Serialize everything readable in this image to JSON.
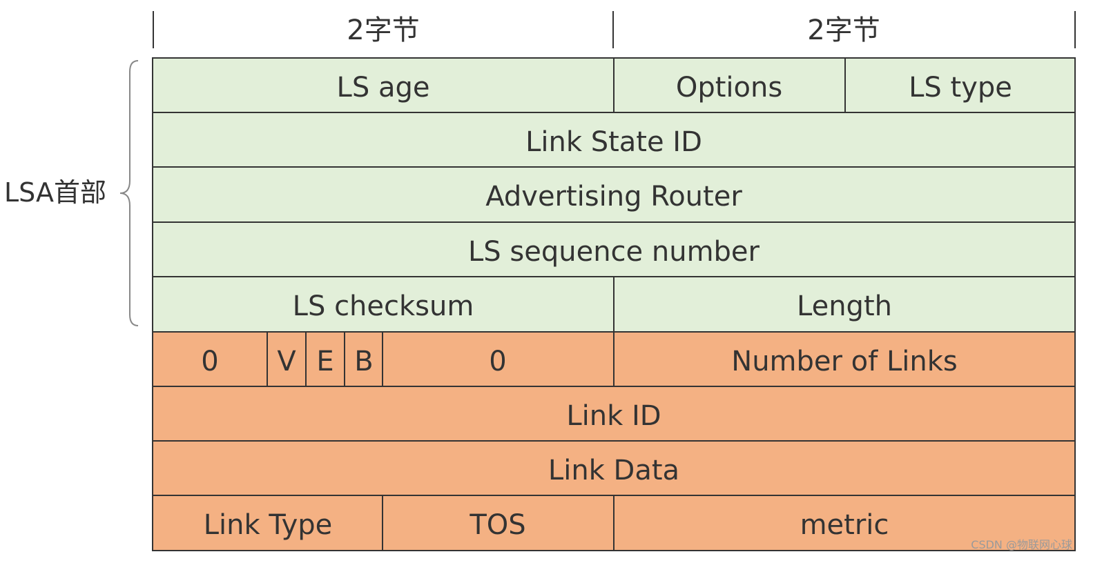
{
  "header": {
    "left_width_label": "2字节",
    "right_width_label": "2字节"
  },
  "side_label": "LSA首部",
  "colors": {
    "header_fill": "#e2efd9",
    "body_fill": "#f4b183",
    "border": "#333333",
    "text": "#333333"
  },
  "lsa_header": {
    "ls_age": "LS age",
    "options": "Options",
    "ls_type": "LS type",
    "link_state_id": "Link State ID",
    "advertising_router": "Advertising Router",
    "ls_sequence_number": "LS sequence number",
    "ls_checksum": "LS checksum",
    "length": "Length"
  },
  "router_lsa": {
    "zero_left": "0",
    "flag_v": "V",
    "flag_e": "E",
    "flag_b": "B",
    "zero_right": "0",
    "number_of_links": "Number of Links",
    "link_id": "Link ID",
    "link_data": "Link Data",
    "link_type": "Link Type",
    "tos": "TOS",
    "metric": "metric"
  },
  "watermark": "CSDN @物联网心球"
}
